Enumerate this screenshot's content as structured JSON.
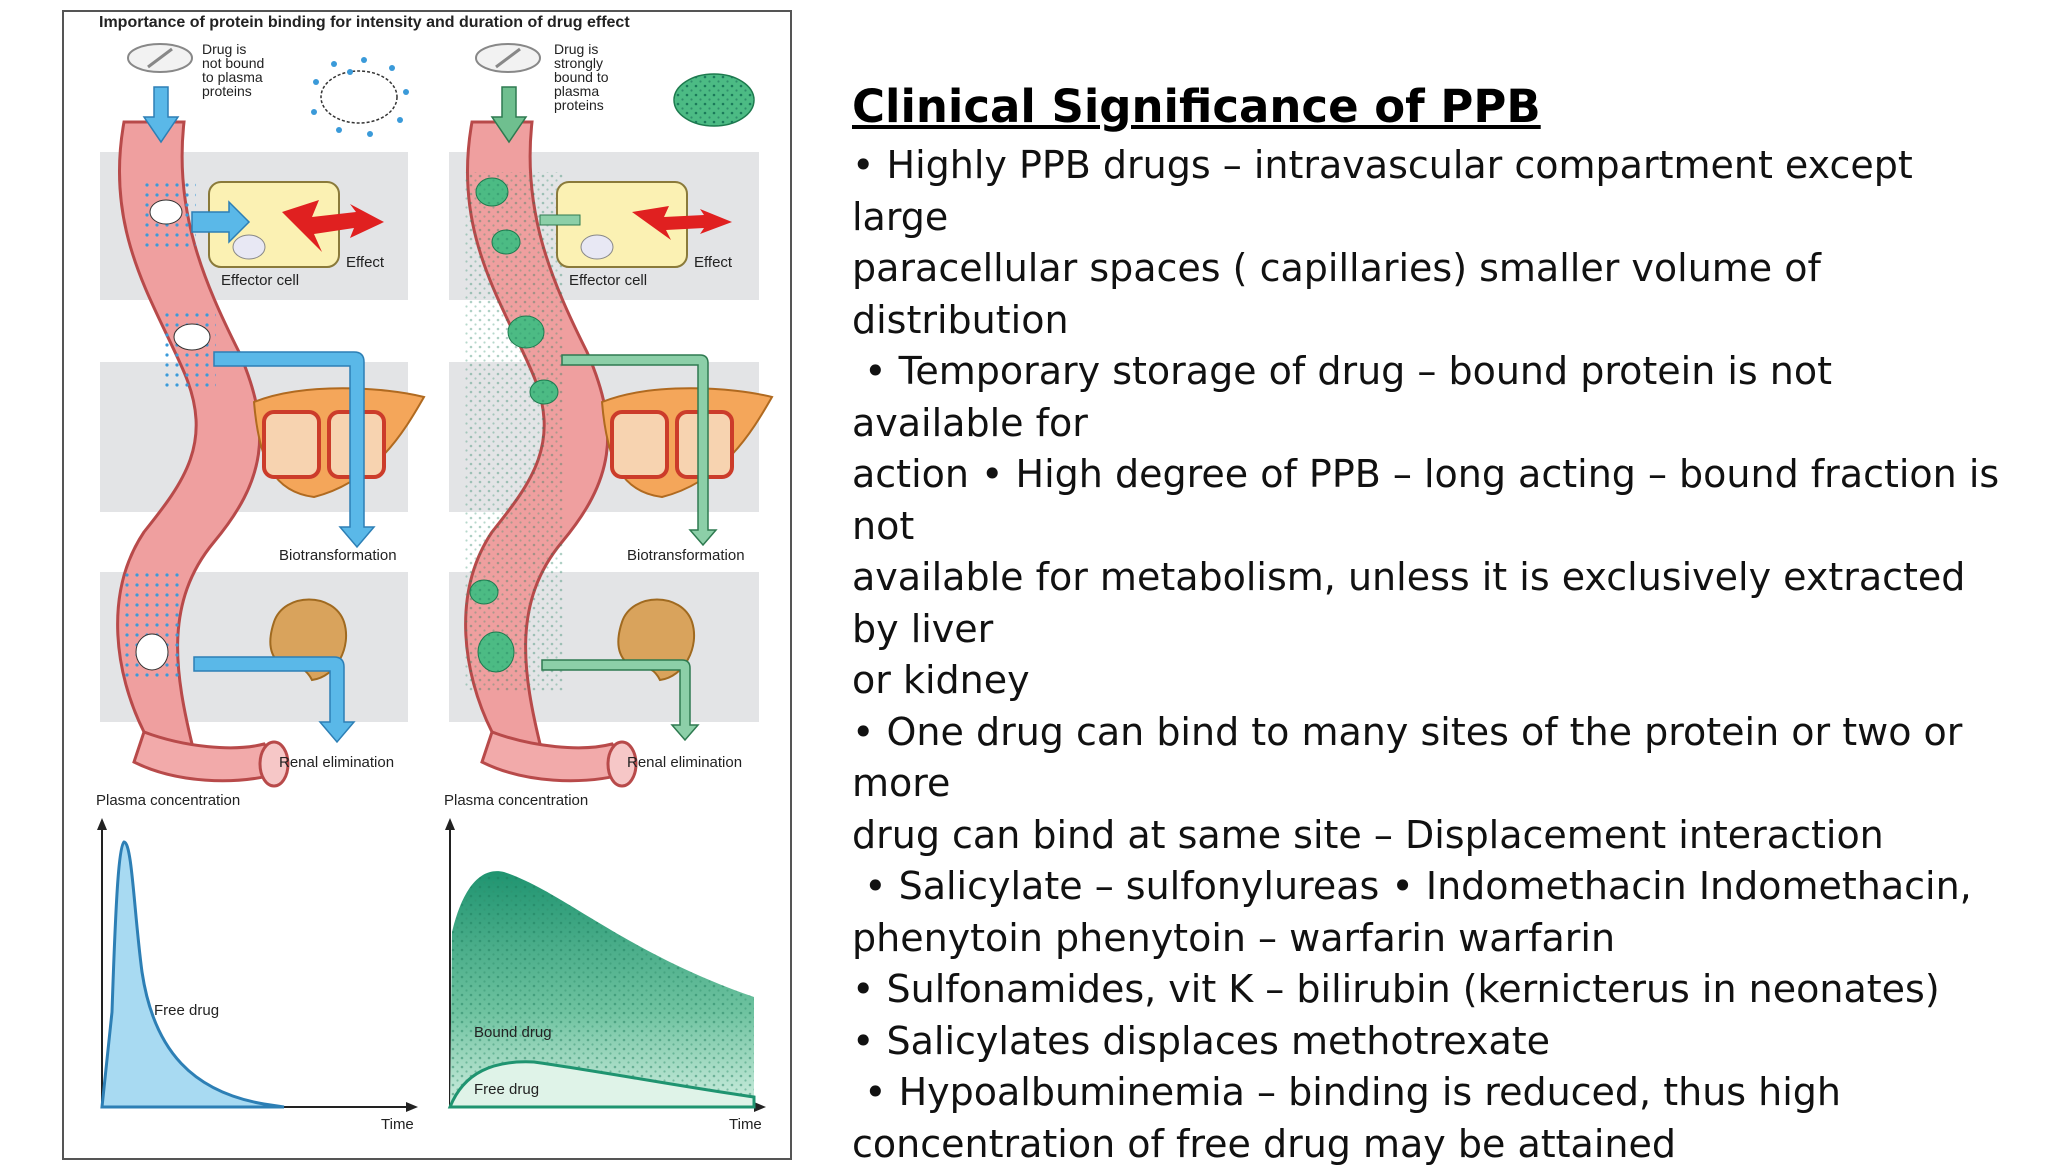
{
  "figure": {
    "title": "Importance of protein binding for intensity and duration of drug effect",
    "left_panel": {
      "drug_note": [
        "Drug is",
        "not bound",
        "to plasma",
        "proteins"
      ],
      "effector_label": "Effector cell",
      "effect_label": "Effect",
      "biotransformation_label": "Biotransformation",
      "renal_label": "Renal elimination",
      "plasma_label": "Plasma  concentration",
      "curve_label": "Free drug",
      "time_label": "Time",
      "accent": "#5ab8e8"
    },
    "right_panel": {
      "drug_note": [
        "Drug is",
        "strongly",
        "bound to",
        "plasma",
        "proteins"
      ],
      "effector_label": "Effector cell",
      "effect_label": "Effect",
      "biotransformation_label": "Biotransformation",
      "renal_label": "Renal elimination",
      "plasma_label": "Plasma  concentration",
      "bound_label": "Bound drug",
      "free_label": "Free drug",
      "time_label": "Time",
      "accent": "#2e9a6e"
    }
  },
  "slide": {
    "title": "Clinical Significance of PPB",
    "lines": [
      "• Highly PPB drugs – intravascular compartment except large",
      "paracellular spaces ( capillaries) smaller volume of distribution",
      " • Temporary storage of drug – bound protein is not available for",
      "action • High degree of PPB – long acting – bound fraction is not",
      "available for metabolism, unless it is exclusively extracted by liver",
      "or kidney",
      "• One drug can bind to many sites of the protein or two or more",
      "drug can bind at same site – Displacement interaction",
      " • Salicylate – sulfonylureas • Indomethacin Indomethacin,",
      "phenytoin phenytoin – warfarin warfarin",
      "• Sulfonamides, vit K – bilirubin (kernicterus in neonates)",
      "• Salicylates displaces methotrexate",
      " • Hypoalbuminemia – binding is reduced, thus high",
      "concentration of free drug may be attained"
    ]
  }
}
